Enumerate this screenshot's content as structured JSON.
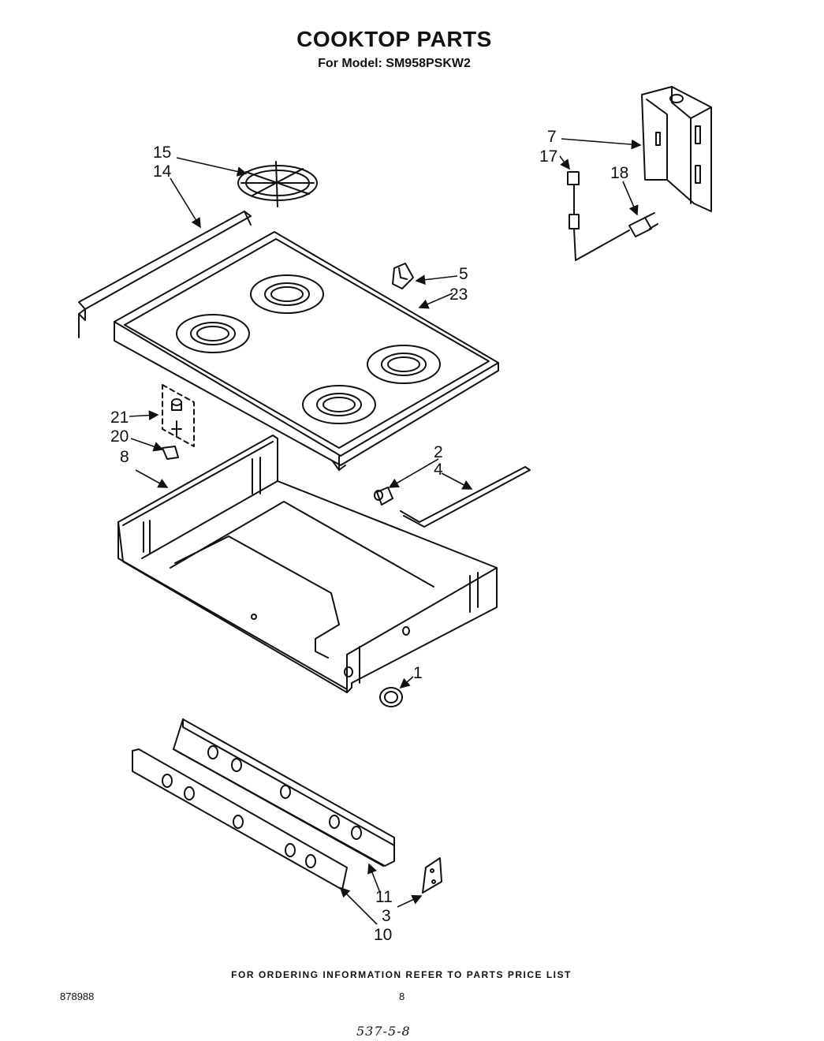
{
  "header": {
    "title": "COOKTOP PARTS",
    "model": "For Model: SM958PSKW2"
  },
  "callouts": {
    "c15": "15",
    "c14": "14",
    "c7": "7",
    "c17": "17",
    "c18": "18",
    "c5": "5",
    "c23": "23",
    "c21": "21",
    "c20": "20",
    "c8": "8",
    "c2": "2",
    "c4": "4",
    "c1": "1",
    "c11": "11",
    "c3": "3",
    "c10": "10"
  },
  "footer": {
    "ordering_note": "FOR ORDERING INFORMATION REFER TO PARTS PRICE LIST",
    "document_number": "878988",
    "page_number": "8",
    "handwritten": "537-5-8"
  }
}
